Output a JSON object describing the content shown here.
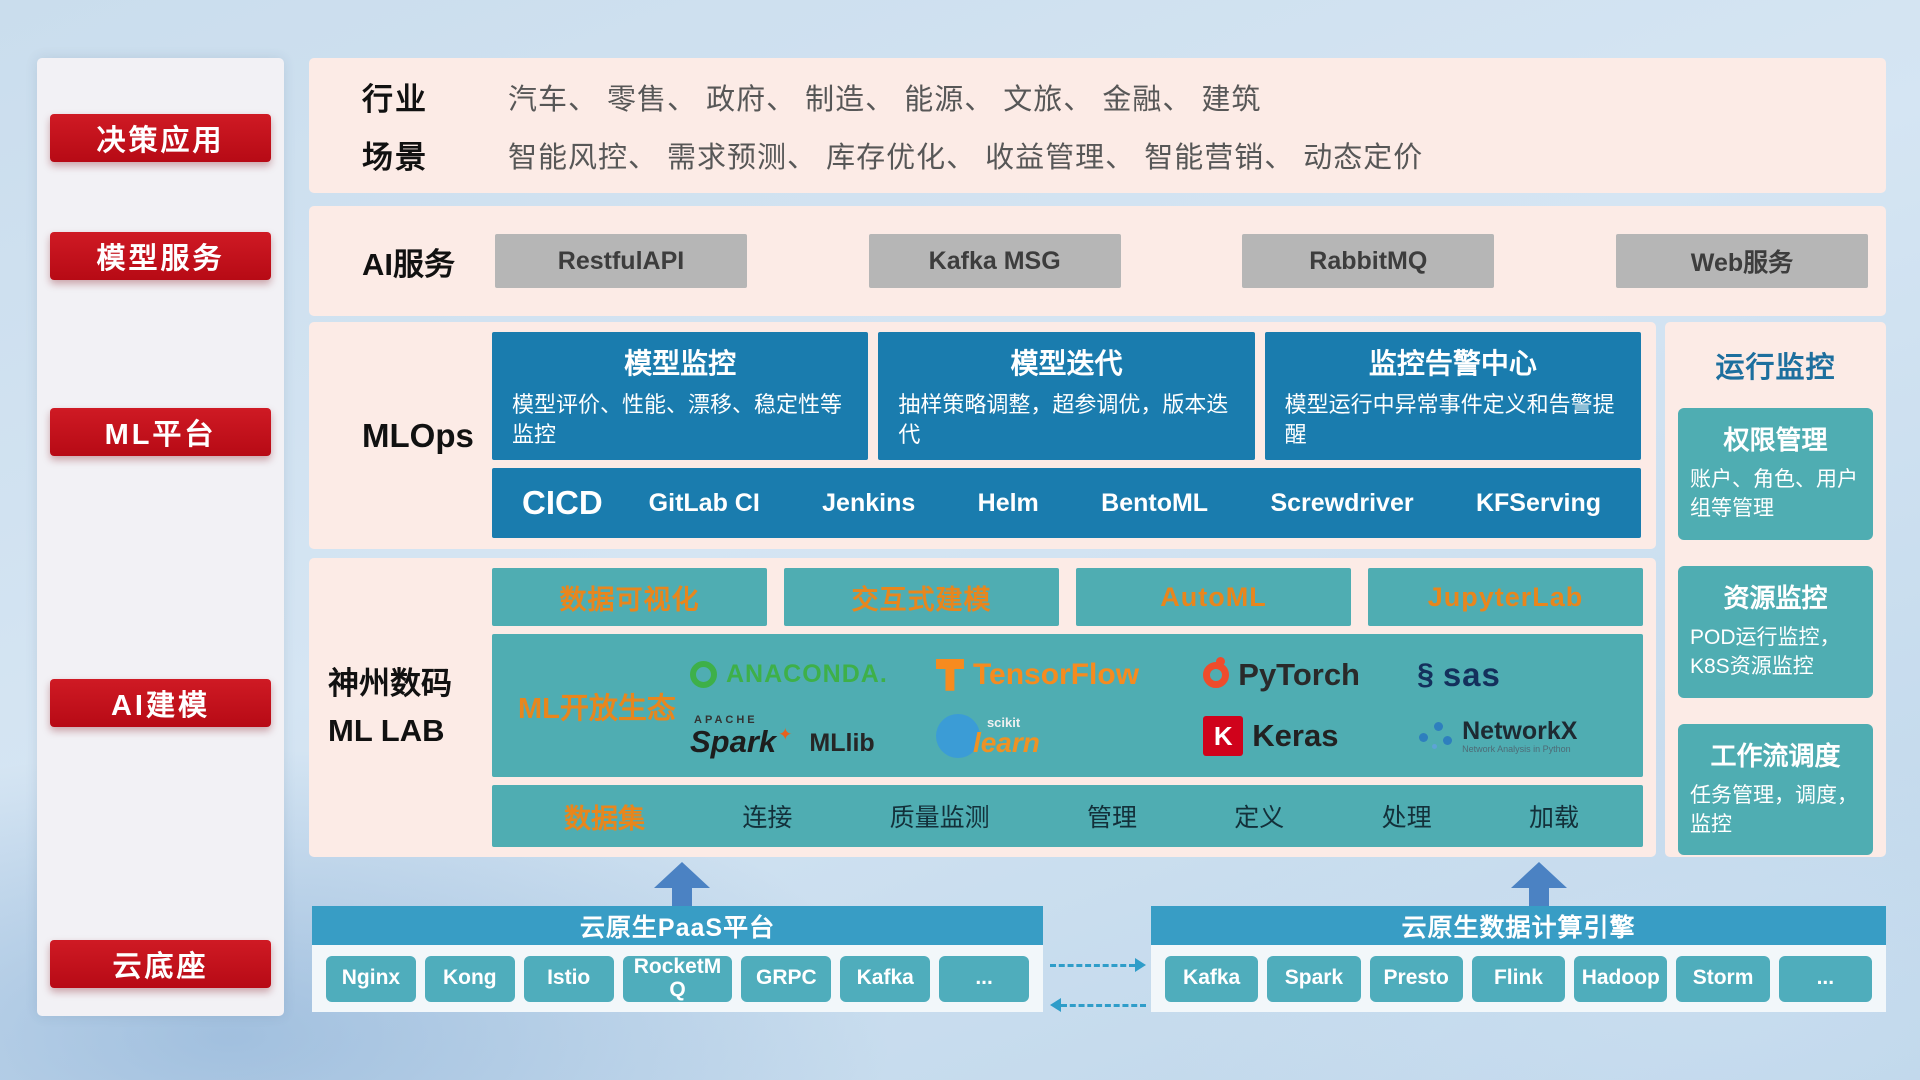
{
  "palette": {
    "accent_red": "#c10f1d",
    "deep_blue": "#1a7cae",
    "teal": "#4fadb2",
    "bar_blue": "#389dc5",
    "chip_teal": "#4fadbc",
    "arrow_blue": "#4b82c3",
    "orange": "#e8861d",
    "panel_pink": "#fcebe6"
  },
  "sidebar": {
    "items": [
      {
        "label": "决策应用"
      },
      {
        "label": "模型服务"
      },
      {
        "label": "ML平台"
      },
      {
        "label": "AI建模"
      },
      {
        "label": "云底座"
      }
    ]
  },
  "industry": {
    "rows": [
      {
        "label": "行业",
        "value": "汽车、 零售、 政府、 制造、 能源、 文旅、 金融、 建筑"
      },
      {
        "label": "场景",
        "value": "智能风控、 需求预测、 库存优化、 收益管理、 智能营销、 动态定价"
      }
    ]
  },
  "ai_service": {
    "label": "AI服务",
    "buttons": [
      "RestfulAPI",
      "Kafka MSG",
      "RabbitMQ",
      "Web服务"
    ]
  },
  "mlops": {
    "label": "MLOps",
    "cards": [
      {
        "title": "模型监控",
        "desc": "模型评价、性能、漂移、稳定性等监控"
      },
      {
        "title": "模型迭代",
        "desc": "抽样策略调整，超参调优，版本迭代"
      },
      {
        "title": "监控告警中心",
        "desc": "模型运行中异常事件定义和告警提醒"
      }
    ],
    "cicd_label": "CICD",
    "cicd_tools": [
      "GitLab CI",
      "Jenkins",
      "Helm",
      "BentoML",
      "Screwdriver",
      "KFServing"
    ]
  },
  "monitor": {
    "title": "运行监控",
    "cards": [
      {
        "title": "权限管理",
        "desc": "账户、角色、用户组等管理"
      },
      {
        "title": "资源监控",
        "desc": "POD运行监控，K8S资源监控"
      },
      {
        "title": "工作流调度",
        "desc": "任务管理，调度，监控"
      }
    ]
  },
  "mllab": {
    "label_line1": "神州数码",
    "label_line2": "ML LAB",
    "tools": [
      "数据可视化",
      "交互式建模",
      "AutoML",
      "JupyterLab"
    ],
    "eco_label": "ML开放生态",
    "logos": {
      "anaconda": "ANACONDA.",
      "tensorflow": "TensorFlow",
      "pytorch": "PyTorch",
      "sas": "sas",
      "spark_apache": "APACHE",
      "spark": "Spark",
      "mllib": "MLlib",
      "sklearn_top": "scikit",
      "sklearn": "learn",
      "keras_letter": "K",
      "keras": "Keras",
      "networkx": "NetworkX",
      "networkx_sub": "Network Analysis in Python"
    },
    "dataset_label": "数据集",
    "dataset_items": [
      "连接",
      "质量监测",
      "管理",
      "定义",
      "处理",
      "加载"
    ]
  },
  "bottom": {
    "paas": {
      "title": "云原生PaaS平台",
      "chips": [
        "Nginx",
        "Kong",
        "Istio",
        "RocketMQ",
        "GRPC",
        "Kafka",
        "..."
      ]
    },
    "engine": {
      "title": "云原生数据计算引擎",
      "chips": [
        "Kafka",
        "Spark",
        "Presto",
        "Flink",
        "Hadoop",
        "Storm",
        "..."
      ]
    }
  }
}
